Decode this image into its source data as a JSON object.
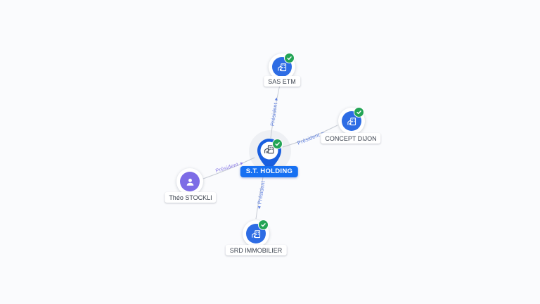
{
  "app": {
    "name": "company-network-graph",
    "background": "#fafbfd",
    "edge_line_color": "#c6cbd4"
  },
  "center_node": {
    "id": "st-holding",
    "label": "S.T. HOLDING",
    "type": "company",
    "verified": true,
    "pin_color": "#1a5fdf",
    "label_bg": "#1670f2",
    "label_text_color": "#ffffff"
  },
  "nodes": [
    {
      "id": "sas-etm",
      "label": "SAS ETM",
      "type": "company",
      "verified": true,
      "color": "#2d6ce4"
    },
    {
      "id": "concept-dijon",
      "label": "CONCEPT DIJON",
      "type": "company",
      "verified": true,
      "color": "#2d6ce4"
    },
    {
      "id": "theo-stockli",
      "label": "Théo STOCKLI",
      "type": "person",
      "verified": false,
      "color": "#7d6ce6"
    },
    {
      "id": "srd-immobilier",
      "label": "SRD IMMOBILIER",
      "type": "company",
      "verified": true,
      "color": "#2d6ce4"
    }
  ],
  "edges": [
    {
      "from": "theo-stockli",
      "to": "st-holding",
      "label": "Président",
      "color": "#8f80e8"
    },
    {
      "from": "st-holding",
      "to": "sas-etm",
      "label": "Président",
      "color": "#5b7de0"
    },
    {
      "from": "st-holding",
      "to": "concept-dijon",
      "label": "Président",
      "color": "#5b7de0"
    },
    {
      "from": "st-holding",
      "to": "srd-immobilier",
      "label": "Président",
      "color": "#5b7de0"
    }
  ],
  "status_badge": {
    "meaning": "verified",
    "color": "#23a455"
  }
}
